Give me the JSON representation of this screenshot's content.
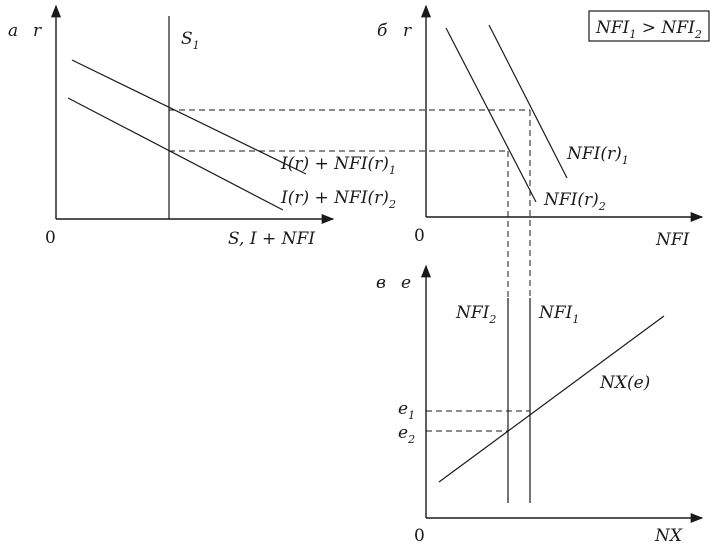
{
  "panel_a": {
    "letter": "а",
    "y_axis_label": "r",
    "origin": "0",
    "x_axis_label": "S, I + NFI",
    "supply_curve": {
      "main": "S",
      "sub": "1"
    },
    "curve_1": {
      "main": "I(r) + NFI(r)",
      "sub": "1"
    },
    "curve_2": {
      "main": "I(r) + NFI(r)",
      "sub": "2"
    }
  },
  "panel_b": {
    "letter": "б",
    "y_axis_label": "r",
    "origin": "0",
    "x_axis_label": "NFI",
    "curve_1": {
      "main": "NFI(r)",
      "sub": "1"
    },
    "curve_2": {
      "main": "NFI(r)",
      "sub": "2"
    }
  },
  "panel_c": {
    "letter": "в",
    "y_axis_label": "e",
    "origin": "0",
    "x_axis_label": "NX",
    "nfi_1": {
      "main": "NFI",
      "sub": "1"
    },
    "nfi_2": {
      "main": "NFI",
      "sub": "2"
    },
    "nx_curve": "NX(e)",
    "e1": {
      "main": "e",
      "sub": "1"
    },
    "e2": {
      "main": "e",
      "sub": "2"
    }
  },
  "condition_box": {
    "part1": "NFI",
    "sub1": "1",
    "op": " > ",
    "part2": "NFI",
    "sub2": "2"
  }
}
